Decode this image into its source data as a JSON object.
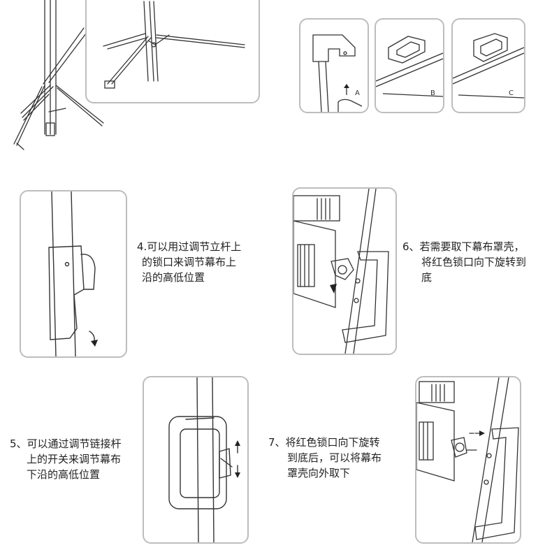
{
  "steps": [
    {
      "lines": [
        "4.可以用过调节立杆上",
        "的锁口来调节幕布上",
        "沿的高低位置"
      ]
    },
    {
      "lines": [
        "6、若需要取下幕布罩壳，",
        "将红色锁口向下旋转到",
        "底"
      ]
    },
    {
      "lines": [
        "5、可以通过调节链接杆",
        "上的开关来调节幕布",
        "下沿的高低位置"
      ]
    },
    {
      "lines": [
        "7、将红色锁口向下旋转",
        "到底后，可以将幕布",
        "罩壳向外取下"
      ]
    }
  ],
  "detail_labels": [
    "A",
    "B",
    "C"
  ]
}
